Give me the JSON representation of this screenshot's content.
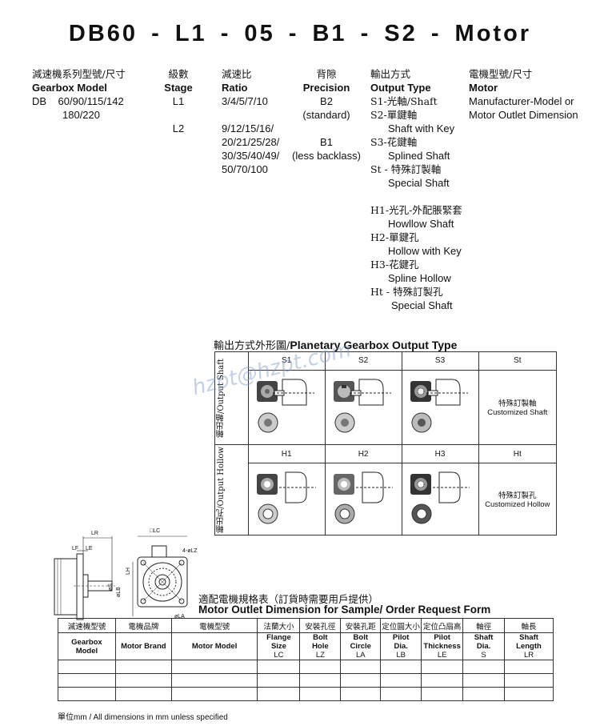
{
  "title": "DB60 - L1 - 05 - B1 - S2 - Motor",
  "columns": {
    "gearbox": {
      "zh": "減速機系列型號/尺寸",
      "en": "Gearbox Model",
      "prefix": "DB",
      "line1": "60/90/115/142",
      "line2": "180/220"
    },
    "stage": {
      "zh": "級數",
      "en": "Stage",
      "v1": "L1",
      "v2": "L2"
    },
    "ratio": {
      "zh": "減速比",
      "en": "Ratio",
      "v1": "3/4/5/7/10",
      "l2_lines": [
        "9/12/15/16/",
        "20/21/25/28/",
        "30/35/40/49/",
        "50/70/100"
      ]
    },
    "precision": {
      "zh": "背隙",
      "en": "Precision",
      "v1": "B2",
      "v1b": "(standard)",
      "v2": "B1",
      "v2b": "(less backlass)"
    },
    "output": {
      "zh": "輸出方式",
      "en": "Output Type",
      "items": [
        {
          "code": "S1-光軸/Shaft",
          "desc": ""
        },
        {
          "code": "S2-單鍵軸",
          "desc": "Shaft with Key"
        },
        {
          "code": "S3-花鍵軸",
          "desc": "Splined Shaft"
        },
        {
          "code": "St - 特殊訂製軸",
          "desc": "Special Shaft"
        },
        {
          "code": "H1-光孔-外配脹緊套",
          "desc": "Howllow Shaft"
        },
        {
          "code": "H2-單鍵孔",
          "desc": "Hollow with Key"
        },
        {
          "code": "H3-花鍵孔",
          "desc": "Spline Hollow"
        },
        {
          "code": "Ht - 特殊訂製孔",
          "desc": "Special Shaft"
        }
      ]
    },
    "motor": {
      "zh": "電機型號/尺寸",
      "en": "Motor",
      "line1": "Manufacturer-Model or",
      "line2": "Motor Outlet Dimension"
    }
  },
  "output_figure": {
    "title_zh": "輸出方式外形圖/",
    "title_en": "Planetary Gearbox Output Type",
    "row1_label": "輸出軸/Output Shaft",
    "row2_label": "輸出孔/Output Hollow",
    "row1_headers": [
      "S1",
      "S2",
      "S3",
      "St"
    ],
    "row2_headers": [
      "H1",
      "H2",
      "H3",
      "Ht"
    ],
    "st_text_zh": "特殊訂製軸",
    "st_text_en": "Customized Shaft",
    "ht_text_zh": "特殊訂製孔",
    "ht_text_en": "Customized Hollow"
  },
  "watermark": "hzpt@hzpt.com",
  "drawing_labels": {
    "lr": "LR",
    "lc": "□LC",
    "lf": "LF",
    "le": "LE",
    "s": "øS",
    "lb": "øLB",
    "lh": "LH",
    "lz": "4-øLZ",
    "la": "øLA"
  },
  "form": {
    "title_zh": "適配電機規格表（訂貨時需要用戶提供）",
    "title_en": "Motor Outlet Dimension for Sample/ Order Request Form",
    "headers_zh": [
      "減速機型號",
      "電機品牌",
      "電機型號",
      "法蘭大小",
      "安裝孔徑",
      "安裝孔距",
      "定位圓大小",
      "定位凸扇高",
      "軸徑",
      "軸長"
    ],
    "headers_en": [
      [
        "Gearbox",
        "Model",
        ""
      ],
      [
        "Motor Brand",
        "",
        ""
      ],
      [
        "Motor Model",
        "",
        ""
      ],
      [
        "Flange",
        "Size",
        "LC"
      ],
      [
        "Bolt",
        "Hole",
        "LZ"
      ],
      [
        "Bolt",
        "Circle",
        "LA"
      ],
      [
        "Pilot",
        "Dia.",
        "LB"
      ],
      [
        "Pilot",
        "Thickness",
        "LE"
      ],
      [
        "Shaft",
        "Dia.",
        "S"
      ],
      [
        "Shaft",
        "Length",
        "LR"
      ]
    ],
    "empty_rows": 3,
    "footnote": "單位mm / All dimensions in mm unless specified"
  }
}
